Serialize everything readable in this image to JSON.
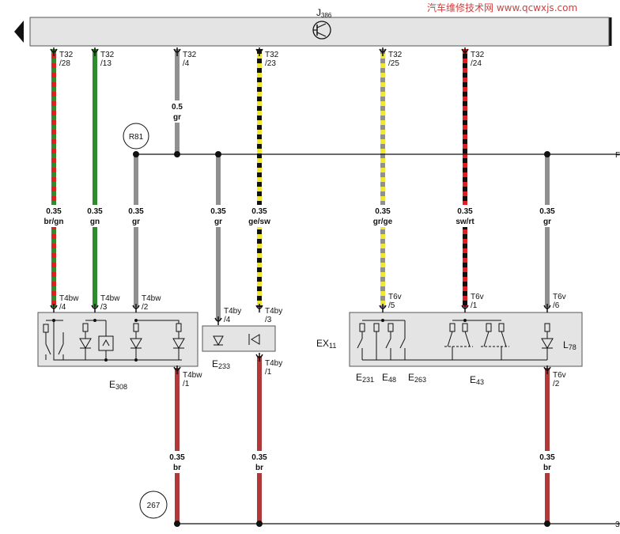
{
  "watermark": "汽车维修技术网 www.qcwxjs.com",
  "control_unit": {
    "name": "J",
    "sub": "386"
  },
  "terminals": {
    "t32_28": [
      "T32",
      "/28"
    ],
    "t32_13": [
      "T32",
      "/13"
    ],
    "t32_4": [
      "T32",
      "/4"
    ],
    "t32_23": [
      "T32",
      "/23"
    ],
    "t32_25": [
      "T32",
      "/25"
    ],
    "t32_24": [
      "T32",
      "/24"
    ],
    "t4bw_4": [
      "T4bw",
      "/4"
    ],
    "t4bw_3": [
      "T4bw",
      "/3"
    ],
    "t4bw_2": [
      "T4bw",
      "/2"
    ],
    "t4bw_1": [
      "T4bw",
      "/1"
    ],
    "t4by_4": [
      "T4by",
      "/4"
    ],
    "t4by_3": [
      "T4by",
      "/3"
    ],
    "t4by_1": [
      "T4by",
      "/1"
    ],
    "t6v_5": [
      "T6v",
      "/5"
    ],
    "t6v_1": [
      "T6v",
      "/1"
    ],
    "t6v_6": [
      "T6v",
      "/6"
    ],
    "t6v_2": [
      "T6v",
      "/2"
    ]
  },
  "wires": {
    "w1": [
      "0.35",
      "br/gn"
    ],
    "w2": [
      "0.35",
      "gn"
    ],
    "w3": [
      "0.5",
      "gr"
    ],
    "w4": [
      "0.35",
      "gr"
    ],
    "w5": [
      "0.35",
      "gr"
    ],
    "w6": [
      "0.35",
      "ge/sw"
    ],
    "w7": [
      "0.35",
      "gr/ge"
    ],
    "w8": [
      "0.35",
      "sw/rt"
    ],
    "w9": [
      "0.35",
      "gr"
    ],
    "w10": [
      "0.35",
      "br"
    ],
    "w11": [
      "0.35",
      "br"
    ],
    "w12": [
      "0.35",
      "br"
    ]
  },
  "components": {
    "r81": "R81",
    "c267": "267",
    "e308": [
      "E",
      "308"
    ],
    "e233": [
      "E",
      "233"
    ],
    "ex11": [
      "EX",
      "11"
    ],
    "l78": [
      "L",
      "78"
    ],
    "e231": [
      "E",
      "231"
    ],
    "e48": [
      "E",
      "48"
    ],
    "e263": [
      "E",
      "263"
    ],
    "e43": [
      "E",
      "43"
    ]
  },
  "edge_marks": {
    "right_top": "F",
    "right_bottom": "3"
  },
  "colors": {
    "brown": "#b03a3a",
    "green": "#2e8b2e",
    "grey": "#909090",
    "yellow": "#f0e830",
    "black": "#111111",
    "red": "#e02020",
    "panel": "#e4e4e4"
  }
}
